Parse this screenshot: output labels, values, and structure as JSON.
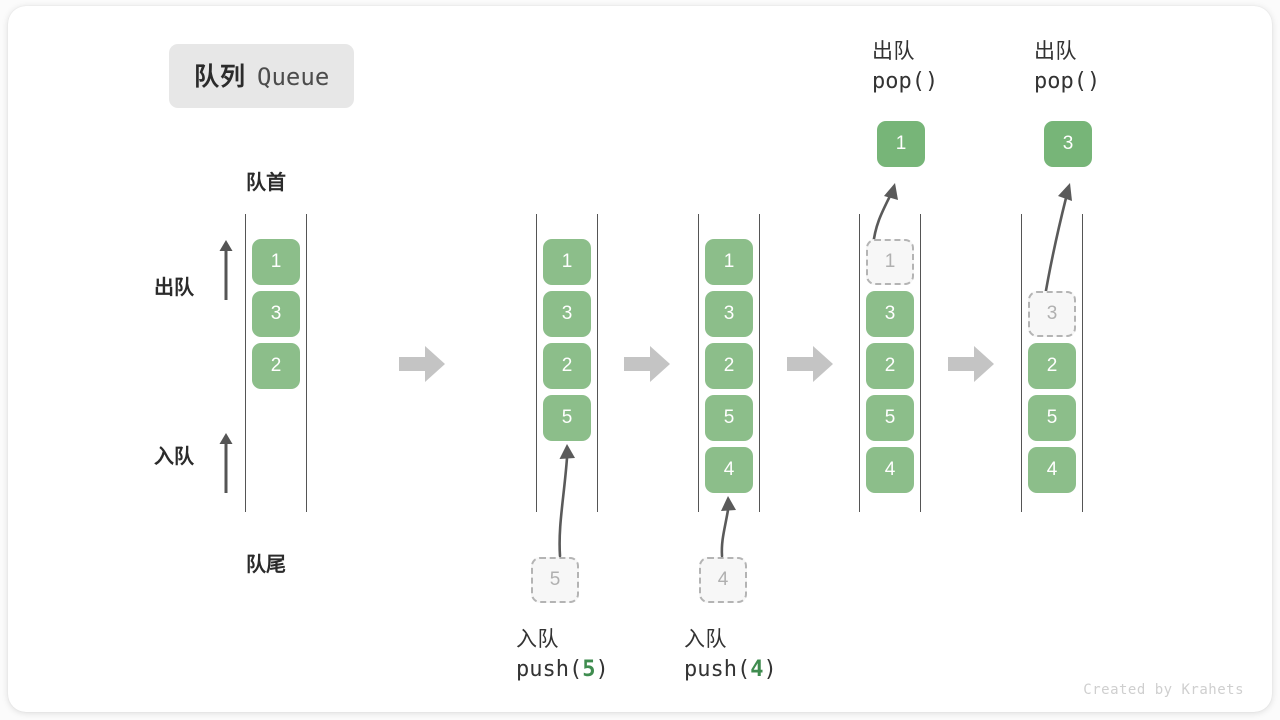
{
  "title": {
    "cn": "队列",
    "en": "Queue"
  },
  "labels": {
    "front": "队首",
    "rear": "队尾",
    "dequeue": "出队",
    "enqueue": "入队"
  },
  "colors": {
    "item_green": "#8cbe8a",
    "ghost_gray": "#b4b4b4",
    "ghost_fill": "#f7f7f7",
    "step_arrow_gray": "#c4c4c4",
    "line_gray": "#555555",
    "code_accent_green": "#3f8c4f",
    "badge_bg": "#e7e7e7"
  },
  "credit": "Created by Krahets",
  "columns": [
    {
      "id": "initial",
      "items": [
        "1",
        "3",
        "2"
      ],
      "ghost_index": null,
      "top_caption": null,
      "bottom_caption": null,
      "external_item": null
    },
    {
      "id": "push-5",
      "items": [
        "1",
        "3",
        "2",
        "5"
      ],
      "ghost_index": null,
      "top_caption": null,
      "bottom_caption": {
        "cn": "入队",
        "code_prefix": "push(",
        "code_num": "5",
        "code_suffix": ")"
      },
      "external_item": {
        "value": "5",
        "position": "bottom",
        "style": "ghost"
      }
    },
    {
      "id": "push-4",
      "items": [
        "1",
        "3",
        "2",
        "5",
        "4"
      ],
      "ghost_index": null,
      "top_caption": null,
      "bottom_caption": {
        "cn": "入队",
        "code_prefix": "push(",
        "code_num": "4",
        "code_suffix": ")"
      },
      "external_item": {
        "value": "4",
        "position": "bottom",
        "style": "ghost"
      }
    },
    {
      "id": "pop-1",
      "items": [
        "1",
        "3",
        "2",
        "5",
        "4"
      ],
      "ghost_index": 0,
      "top_caption": {
        "cn": "出队",
        "code_prefix": "pop(",
        "code_num": "",
        "code_suffix": ")"
      },
      "bottom_caption": null,
      "external_item": {
        "value": "1",
        "position": "top",
        "style": "filled"
      }
    },
    {
      "id": "pop-3",
      "items": [
        "",
        "3",
        "2",
        "5",
        "4"
      ],
      "ghost_index": 1,
      "top_caption": {
        "cn": "出队",
        "code_prefix": "pop(",
        "code_num": "",
        "code_suffix": ")"
      },
      "bottom_caption": null,
      "external_item": {
        "value": "3",
        "position": "top",
        "style": "filled"
      }
    }
  ],
  "step_arrows": 4
}
